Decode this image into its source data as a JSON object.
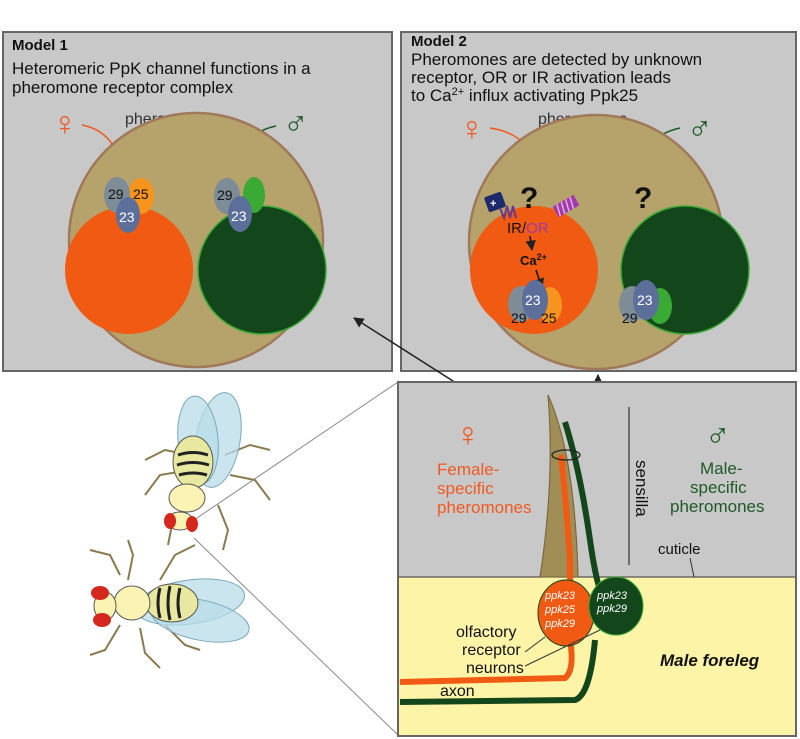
{
  "model1": {
    "title": "Model 1",
    "desc_line1": "Heteromeric PpK channel functions in a",
    "desc_line2": "pheromone receptor complex",
    "pheromones": "pheromones",
    "female_symbol": "♀",
    "male_symbol": "♂",
    "subunits": {
      "a": "29",
      "b": "25",
      "c": "23",
      "d": "29",
      "e": "23"
    }
  },
  "model2": {
    "title": "Model 2",
    "desc_line1": "Pheromones are detected by unknown",
    "desc_line2": "receptor, OR or IR activation leads",
    "desc_line3_pre": "to Ca",
    "desc_line3_sup": "2+",
    "desc_line3_post": " influx activating Ppk25",
    "pheromones": "pheromones",
    "female_symbol": "♀",
    "male_symbol": "♂",
    "question": "?",
    "ir": "IR",
    "slash": "/",
    "or": "OR",
    "ca": "Ca",
    "ca_sup": "2+",
    "subunits": {
      "a": "23",
      "b": "29",
      "c": "25",
      "d": "23",
      "e": "29"
    }
  },
  "leg": {
    "female_symbol": "♀",
    "female_line1": "Female-",
    "female_line2": "specific",
    "female_line3": "pheromones",
    "male_symbol": "♂",
    "male_line1": "Male-",
    "male_line2": "specific",
    "male_line3": "pheromones",
    "sensilla": "sensilla",
    "cuticle": "cuticle",
    "neuron_f1": "ppk23",
    "neuron_f2": "ppk25",
    "neuron_f3": "ppk29",
    "neuron_m1": "ppk23",
    "neuron_m2": "ppk29",
    "orn1": "olfactory",
    "orn2": "receptor",
    "orn3": "neurons",
    "foreleg": "Male foreleg",
    "axon": "axon"
  },
  "colors": {
    "panel": "#c8c8c8",
    "sensillum": "#b5a36b",
    "sensillum_border": "#a0785a",
    "female": "#f05a12",
    "male": "#14461c",
    "leg_bg": "#fdf4a8",
    "ppk23": "#5b6f9a",
    "ppk29": "#7d8c96",
    "ppk25": "#f7941d",
    "green_subunit": "#3aaa35",
    "female_text": "#f05a22",
    "male_text": "#1e5a28"
  }
}
